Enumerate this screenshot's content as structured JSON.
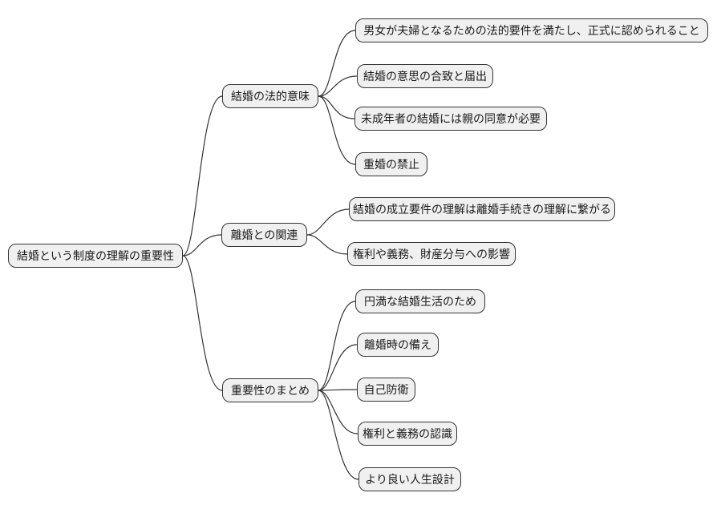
{
  "diagram": {
    "type": "mindmap",
    "root": {
      "label": "結婚という制度の理解の重要性"
    },
    "branches": [
      {
        "label": "結婚の法的意味",
        "children": [
          {
            "label": "男女が夫婦となるための法的要件を満たし、正式に認められること"
          },
          {
            "label": "結婚の意思の合致と届出"
          },
          {
            "label": "未成年者の結婚には親の同意が必要"
          },
          {
            "label": "重婚の禁止"
          }
        ]
      },
      {
        "label": "離婚との関連",
        "children": [
          {
            "label": "結婚の成立要件の理解は離婚手続きの理解に繋がる"
          },
          {
            "label": "権利や義務、財産分与への影響"
          }
        ]
      },
      {
        "label": "重要性のまとめ",
        "children": [
          {
            "label": "円満な結婚生活のため"
          },
          {
            "label": "離婚時の備え"
          },
          {
            "label": "自己防衛"
          },
          {
            "label": "権利と義務の認識"
          },
          {
            "label": "より良い人生設計"
          }
        ]
      }
    ],
    "colors": {
      "background": "#ffffff",
      "node_fill": "#f0f0f0",
      "node_border": "#333333",
      "edge": "#333333"
    }
  }
}
